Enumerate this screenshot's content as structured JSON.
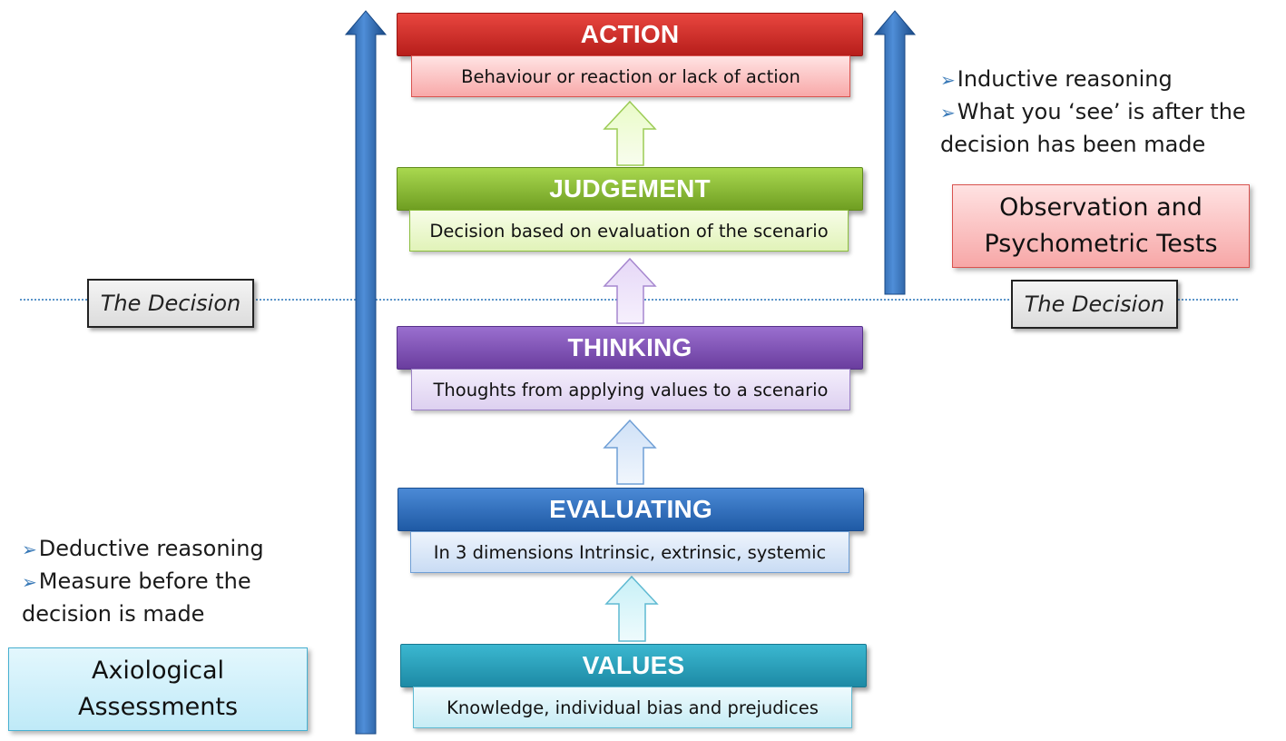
{
  "decision_label": "The Decision",
  "stages": [
    {
      "key": "action",
      "title": "ACTION",
      "description": "Behaviour or reaction or lack of action"
    },
    {
      "key": "judgement",
      "title": "JUDGEMENT",
      "description": "Decision based on evaluation of the scenario"
    },
    {
      "key": "thinking",
      "title": "THINKING",
      "description": "Thoughts from applying values to a scenario"
    },
    {
      "key": "evaluating",
      "title": "EVALUATING",
      "description": "In 3 dimensions Intrinsic, extrinsic, systemic"
    },
    {
      "key": "values",
      "title": "VALUES",
      "description": "Knowledge, individual bias and prejudices"
    }
  ],
  "left_notes": {
    "bullet_1": "Deductive reasoning",
    "bullet_2": "Measure before the",
    "bullet_2_cont": "decision is made"
  },
  "right_notes": {
    "bullet_1": "Inductive reasoning",
    "bullet_2": "What you ‘see’ is after the",
    "bullet_2_cont": "decision has been made"
  },
  "left_assessment": {
    "line_1": "Axiological",
    "line_2": "Assessments"
  },
  "right_assessment": {
    "line_1": "Observation and",
    "line_2": "Psychometric Tests"
  },
  "bullet_symbol": "➢",
  "colors": {
    "action": "#c9302c",
    "judgement": "#8cbf3f",
    "thinking": "#7b4fb5",
    "evaluating": "#2f6fbe",
    "values": "#2aa3bd",
    "tall_arrows": "#2c63a8"
  }
}
